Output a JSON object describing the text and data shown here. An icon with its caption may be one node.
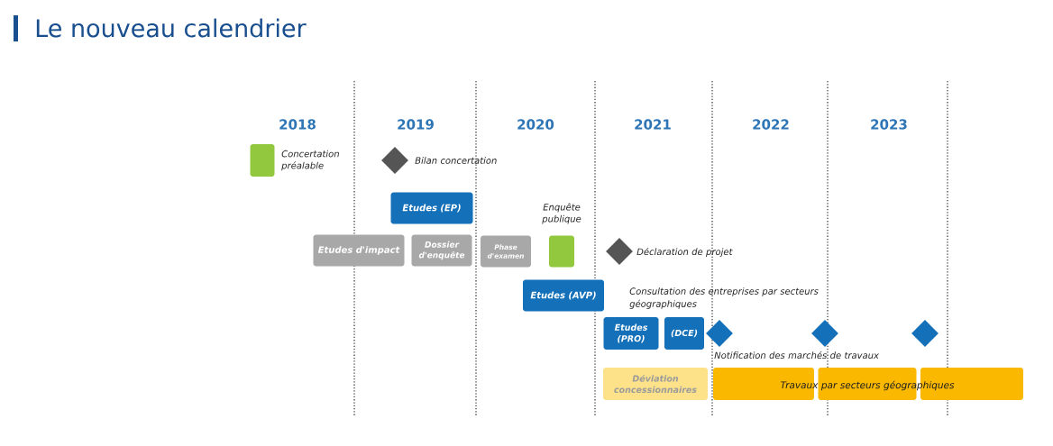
{
  "diagram": {
    "title": "Le nouveau calendrier",
    "nodes": [
      {
        "text": [],
        "shape": "box",
        "beside": [
          "Concertation préalable"
        ]
      },
      {
        "text": [],
        "shape": "diamond",
        "beside": [
          "Bilan concertation"
        ]
      },
      {
        "text": [
          "Etudes (EP)"
        ]
      },
      {
        "text": [
          "Etudes d'impact"
        ]
      },
      {
        "text": [
          "Dossier d'enquête"
        ]
      },
      {
        "text": [
          "Phase d'examen"
        ]
      },
      {
        "text": [],
        "shape": "box",
        "beside": [
          "Enquête publique"
        ]
      },
      {
        "text": [],
        "shape": "diamond",
        "beside": [
          "Déclaration de projet"
        ]
      },
      {
        "text": [
          "Etudes (AVP)"
        ]
      },
      {
        "text": [
          "Etudes (PRO)"
        ]
      },
      {
        "text": [
          "(DCE)"
        ]
      },
      {
        "text": [],
        "shape": "diamond"
      },
      {
        "text": [],
        "shape": "diamond"
      },
      {
        "text": [],
        "shape": "diamond"
      },
      {
        "text": [
          "Déviation concessionnaires"
        ]
      },
      {
        "text": [],
        "shape": "bar"
      },
      {
        "text": [],
        "shape": "bar"
      },
      {
        "text": [],
        "shape": "bar"
      }
    ],
    "labels": [
      "2018",
      "2019",
      "2020",
      "2021",
      "2022",
      "2023",
      "Consultation des entreprises par secteurs géographiques",
      "Notification des marchés de travaux",
      "Travaux par secteurs géographiques"
    ]
  }
}
